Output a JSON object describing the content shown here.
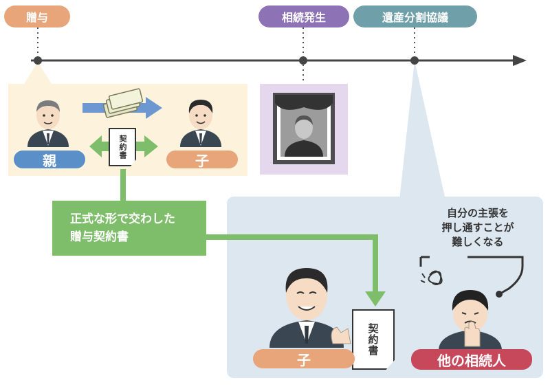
{
  "timeline": {
    "events": [
      {
        "label": "贈与",
        "color": "#e8a57a"
      },
      {
        "label": "相続発生",
        "color": "#8d72b5"
      },
      {
        "label": "遺産分割協議",
        "color": "#6f9fa8"
      }
    ],
    "line_color": "#444444"
  },
  "gift_scene": {
    "parent_label": "親",
    "child_label": "子",
    "contract_doc_text": "契約書",
    "background": "#fdf2dc"
  },
  "inheritance_scene": {
    "background": "#e5d8ee",
    "frame_color": "#5a5a5a"
  },
  "contract_note": {
    "lines": [
      "正式な形で交わした",
      "贈与契約書"
    ],
    "color": "#7ebd6a"
  },
  "division_scene": {
    "background": "#dde7f0",
    "child_label": "子",
    "doc_text": "契約書",
    "other_heir_label": "他の相続人",
    "thought_lines": [
      "自分の主張を",
      "押し通すことが",
      "難しくなる"
    ]
  },
  "colors": {
    "parent_pill": "#5b8fc7",
    "child_pill": "#e8a57a",
    "other_heir_pill": "#c7485a",
    "arrow_blue": "#6d97d0",
    "arrow_green": "#7ebd6a"
  }
}
